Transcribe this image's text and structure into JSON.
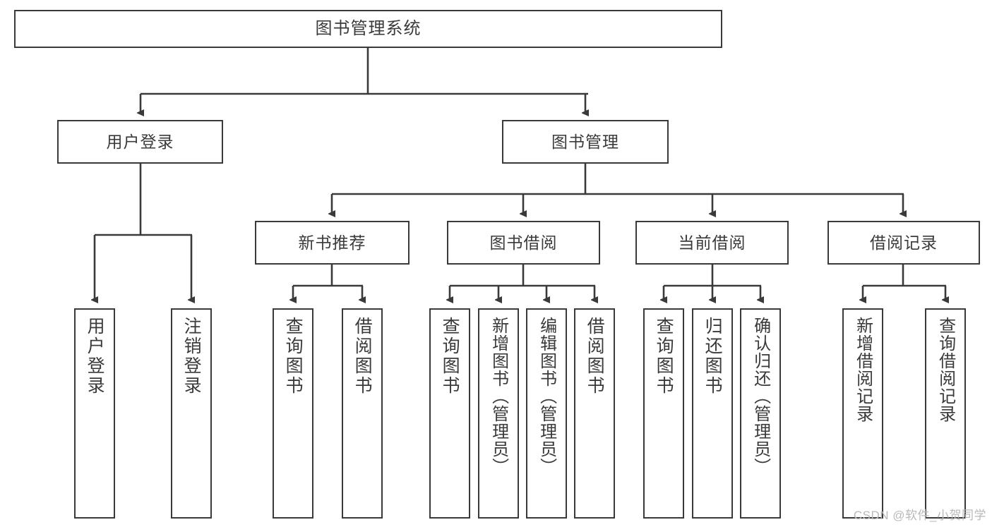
{
  "diagram": {
    "title": "图书管理系统",
    "type": "tree",
    "watermark": "CSDN @软件_小贺同学",
    "colors": {
      "stroke": "#3a3a3a",
      "fill": "#ffffff",
      "background": "#ffffff",
      "watermark": "#b9b9b9"
    },
    "root": {
      "label": "图书管理系统"
    },
    "level2": [
      {
        "label": "用户登录"
      },
      {
        "label": "图书管理"
      }
    ],
    "level3": [
      {
        "label": "新书推荐"
      },
      {
        "label": "图书借阅"
      },
      {
        "label": "当前借阅"
      },
      {
        "label": "借阅记录"
      }
    ],
    "leaves": {
      "user_login": [
        {
          "label": "用户登录"
        },
        {
          "label": "注销登录"
        }
      ],
      "new_book_recommend": [
        {
          "label": "查询图书"
        },
        {
          "label": "借阅图书"
        }
      ],
      "book_borrow": [
        {
          "label": "查询图书"
        },
        {
          "label": "新增图书（管理员）"
        },
        {
          "label": "编辑图书（管理员）"
        },
        {
          "label": "借阅图书"
        }
      ],
      "current_borrow": [
        {
          "label": "查询图书"
        },
        {
          "label": "归还图书"
        },
        {
          "label": "确认归还（管理员）"
        }
      ],
      "borrow_record": [
        {
          "label": "新增借阅记录"
        },
        {
          "label": "查询借阅记录"
        }
      ]
    }
  }
}
